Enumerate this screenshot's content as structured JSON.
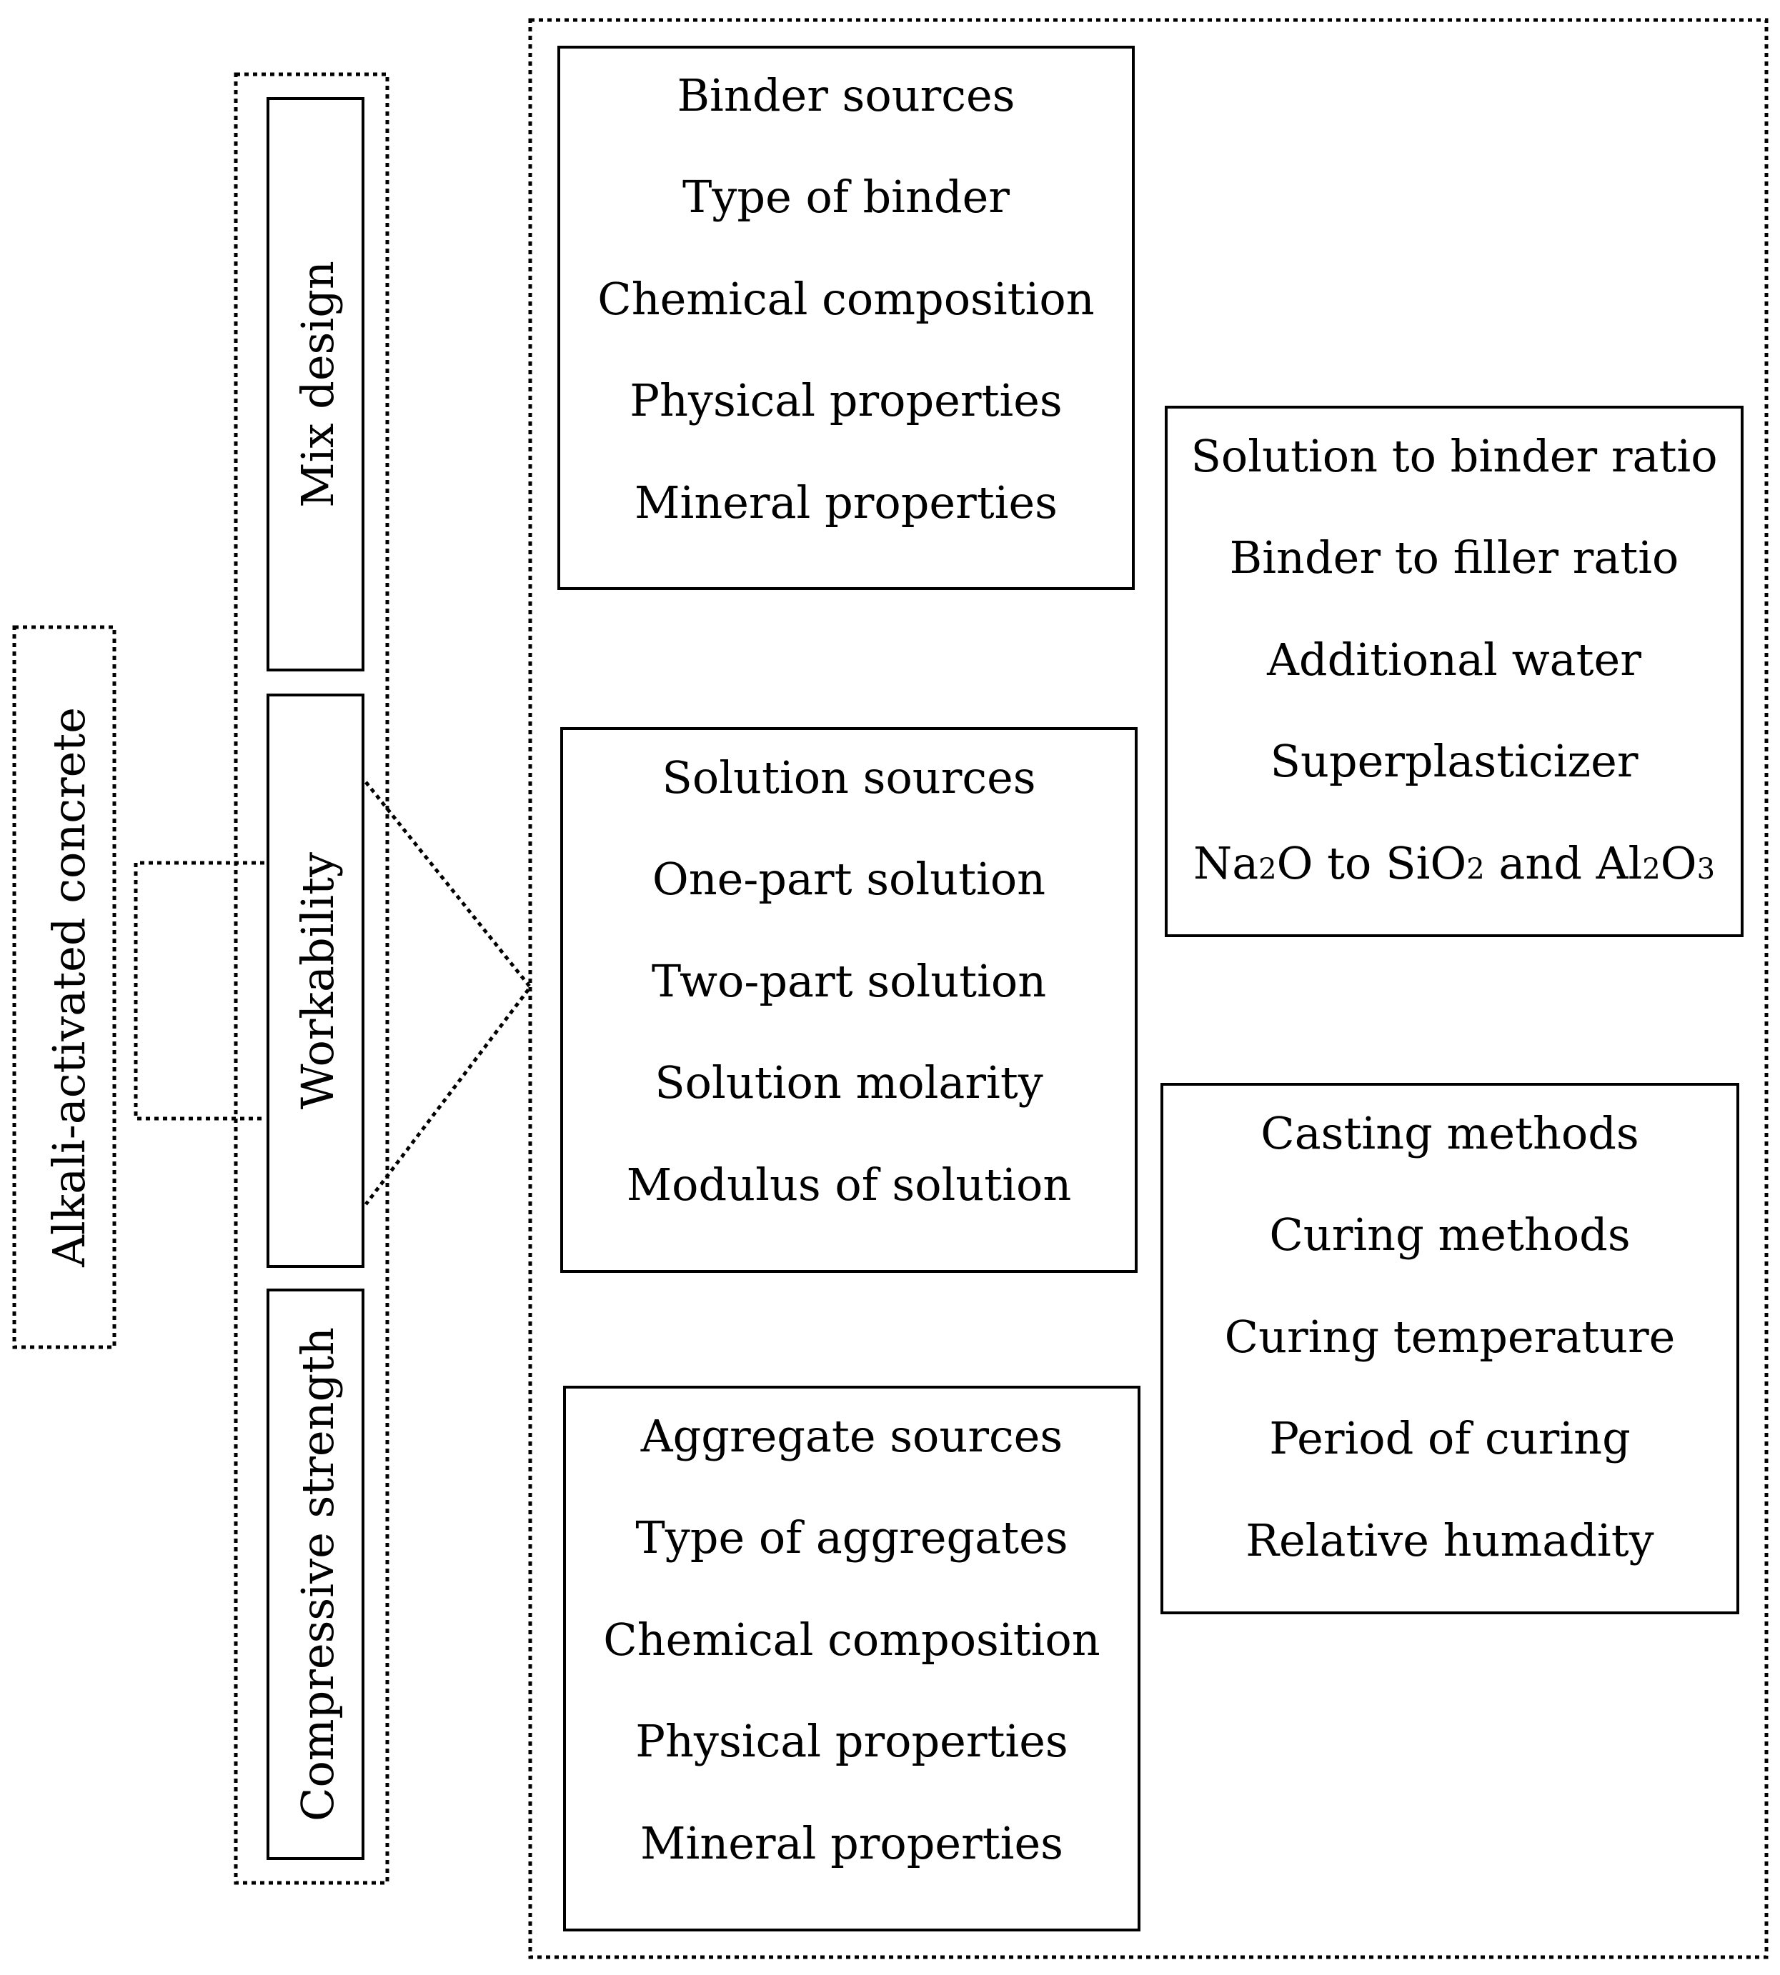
{
  "root": "Alkali-activated concrete",
  "targets": [
    "Mix design",
    "Workability",
    "Compressive strength"
  ],
  "groups": {
    "binder": [
      "Binder sources",
      "Type of binder",
      "Chemical composition",
      "Physical properties",
      "Mineral properties"
    ],
    "solution": [
      "Solution sources",
      "One-part solution",
      "Two-part solution",
      "Solution molarity",
      "Modulus of solution"
    ],
    "aggregate": [
      "Aggregate sources",
      "Type of aggregates",
      "Chemical composition",
      "Physical properties",
      "Mineral properties"
    ],
    "mix": [
      "Solution to binder ratio",
      "Binder to filler ratio",
      "Additional water",
      "Superplasticizer"
    ],
    "mix_formula": {
      "a": "Na",
      "a_sub": "2",
      "b": "O to SiO",
      "b_sub": "2",
      "c": " and Al",
      "c_sub": "2",
      "d": "O",
      "d_sub": "3"
    },
    "curing": [
      "Casting methods",
      "Curing methods",
      "Curing temperature",
      "Period of curing",
      "Relative humadity"
    ]
  }
}
